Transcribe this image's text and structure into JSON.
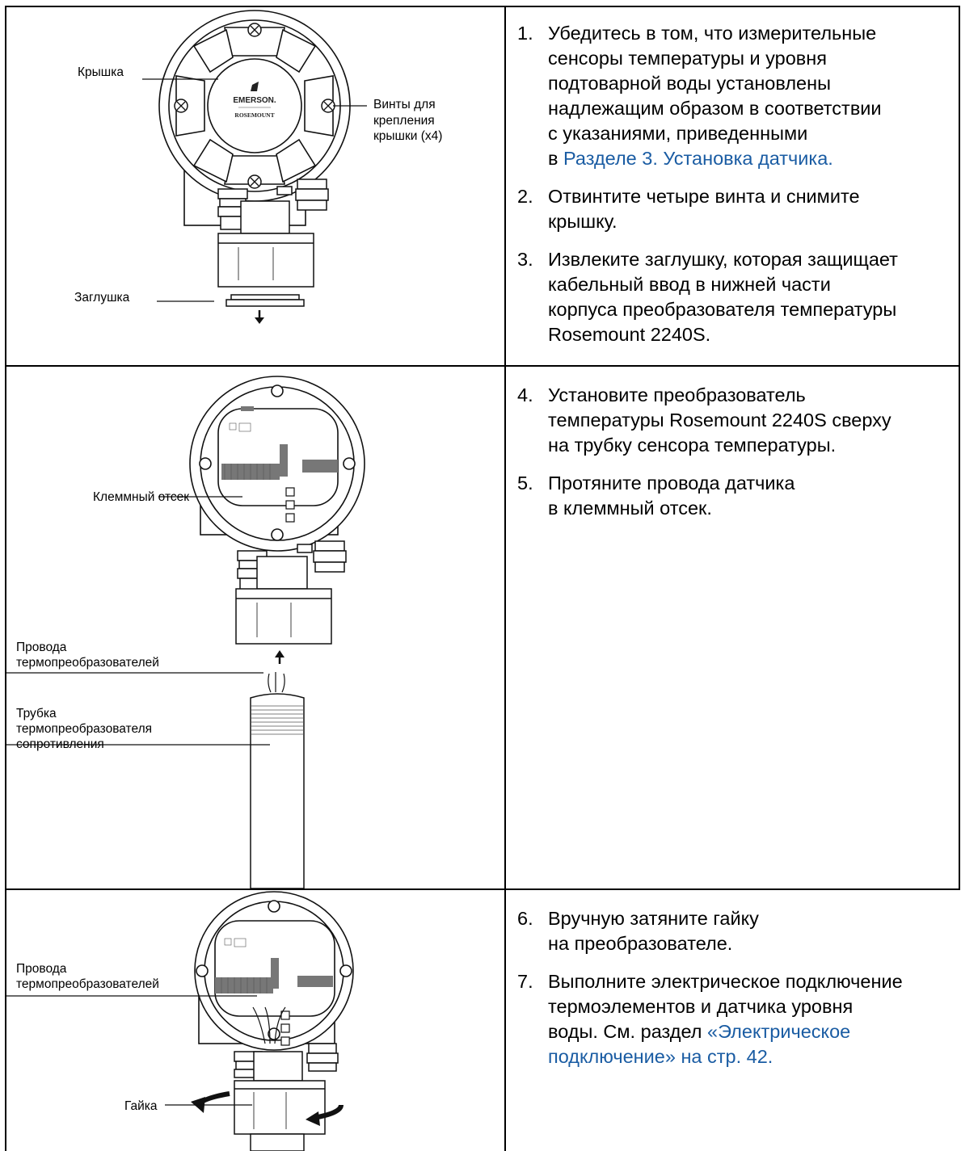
{
  "figure1": {
    "labels": {
      "cover": "Крышка",
      "screws": [
        "Винты для",
        "крепления",
        "крышки (x4)"
      ],
      "plug": "Заглушка"
    },
    "logo": [
      "EMERSON.",
      "ROSEMOUNT"
    ]
  },
  "figure2": {
    "labels": {
      "terminal": "Клеммный отсек",
      "wires": [
        "Провода",
        "термопреобразователей"
      ],
      "tube": [
        "Трубка",
        "термопреобразователя",
        "сопротивления"
      ]
    }
  },
  "figure3": {
    "labels": {
      "wires": [
        "Провода",
        "термопреобразователей"
      ],
      "nut": "Гайка"
    }
  },
  "steps": [
    {
      "num": "1.",
      "lines": [
        "Убедитесь в том, что измерительные",
        "сенсоры температуры и уровня",
        "подтоварной воды установлены",
        "надлежащим образом в соответствии",
        "с указаниями, приведенными"
      ],
      "last_prefix": "в ",
      "last_link": "Разделе 3. Установка датчика."
    },
    {
      "num": "2.",
      "lines": [
        "Отвинтите четыре винта и снимите",
        "крышку."
      ]
    },
    {
      "num": "3.",
      "lines": [
        "Извлеките заглушку, которая защищает",
        "кабельный ввод в нижней части",
        "корпуса преобразователя температуры",
        "Rosemount 2240S."
      ]
    },
    {
      "num": "4.",
      "lines": [
        "Установите преобразователь",
        "температуры Rosemount 2240S сверху",
        "на трубку сенсора температуры."
      ]
    },
    {
      "num": "5.",
      "lines": [
        "Протяните провода датчика",
        "в клеммный отсек."
      ]
    },
    {
      "num": "6.",
      "lines": [
        "Вручную затяните гайку",
        "на преобразователе."
      ]
    },
    {
      "num": "7.",
      "lines": [
        "Выполните электрическое подключение",
        "термоэлементов и датчика уровня"
      ],
      "link_prefix": "воды. См. раздел ",
      "link_lines": [
        "«Электрическое",
        "подключение» на стр. 42."
      ]
    }
  ]
}
